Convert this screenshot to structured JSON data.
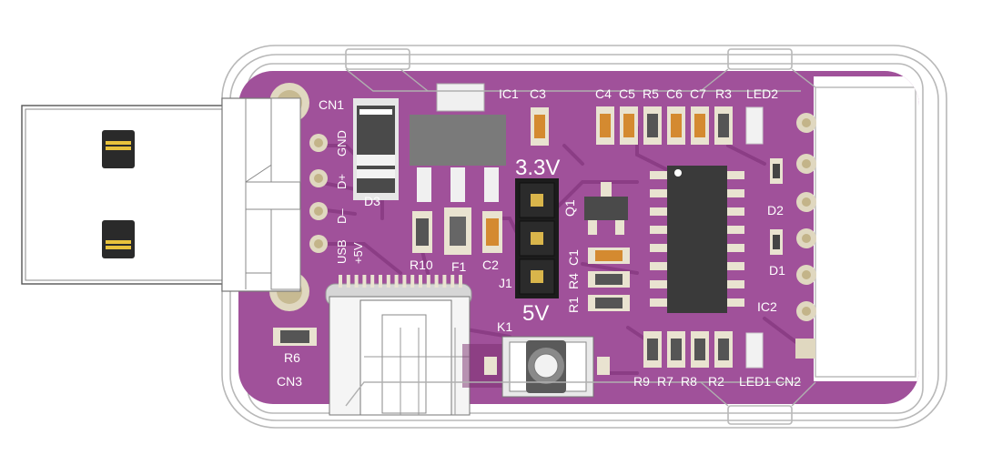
{
  "colors": {
    "pcb": "#a0519a",
    "pcb_dark": "#8a3f84",
    "pad": "#e8e3d6",
    "pad_gold": "#d8c9a4",
    "chip": "#3a3a3a",
    "pin_header": "#1c1c1c",
    "enclosure_line": "#b5b5b5",
    "smd_body": "#e9b060",
    "led_body": "#f2f2f2",
    "usb_gold": "#e8c23c"
  },
  "labels": {
    "cn1": "CN1",
    "cn2": "CN2",
    "cn3": "CN3",
    "ic1": "IC1",
    "ic2": "IC2",
    "c3": "C3",
    "c4": "C4",
    "c5": "C5",
    "r5": "R5",
    "c6": "C6",
    "c7": "C7",
    "r3": "R3",
    "led2": "LED2",
    "led1": "LED1",
    "d1": "D1",
    "d2": "D2",
    "d3": "D3",
    "q1": "Q1",
    "r10": "R10",
    "f1": "F1",
    "c2": "C2",
    "j1": "J1",
    "r1": "R1",
    "r4": "R4",
    "c1": "C1",
    "k1": "K1",
    "r6": "R6",
    "r9": "R9",
    "r7": "R7",
    "r8": "R8",
    "r2": "R2",
    "v33": "3.3V",
    "v5": "5V",
    "gnd": "GND",
    "dplus": "D+",
    "dminus": "D–",
    "usb": "USB",
    "plus5v": "+5V"
  }
}
